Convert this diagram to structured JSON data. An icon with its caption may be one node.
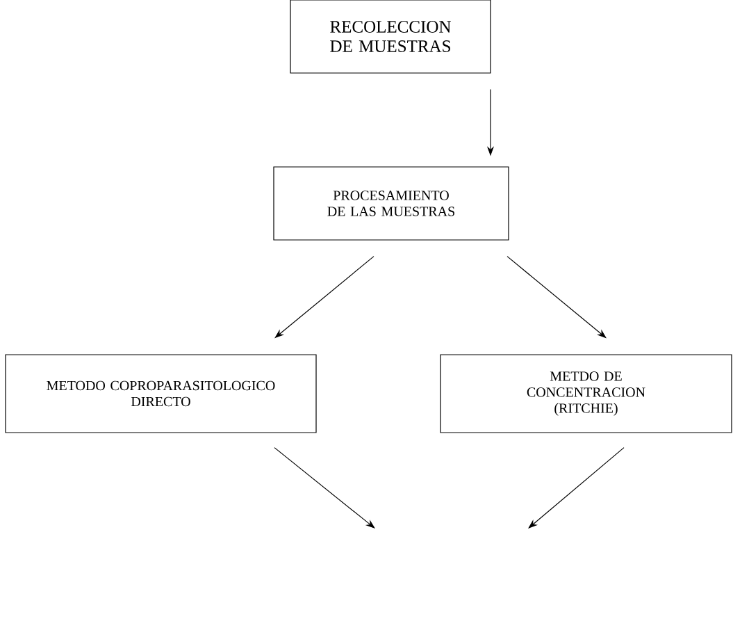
{
  "diagram": {
    "nodes": [
      {
        "text": [
          "RECOLECCION DE MUESTRAS"
        ]
      },
      {
        "text": [
          "PROCESAMIENTO DE LAS MUESTRAS"
        ]
      },
      {
        "text": [
          "METODO COPROPARASITOLOGICO DIRECTO"
        ]
      },
      {
        "text": [
          "METDO DE CONCENTRACION (RITCHIE)"
        ]
      }
    ],
    "edges": [
      {
        "from": 0,
        "to": 1,
        "arrow": "to"
      },
      {
        "from": 1,
        "to": 2,
        "arrow": "to"
      },
      {
        "from": 1,
        "to": 3,
        "arrow": "to"
      },
      {
        "from": 2,
        "to": null,
        "arrow": "to"
      },
      {
        "from": 3,
        "to": null,
        "arrow": "to"
      }
    ]
  }
}
